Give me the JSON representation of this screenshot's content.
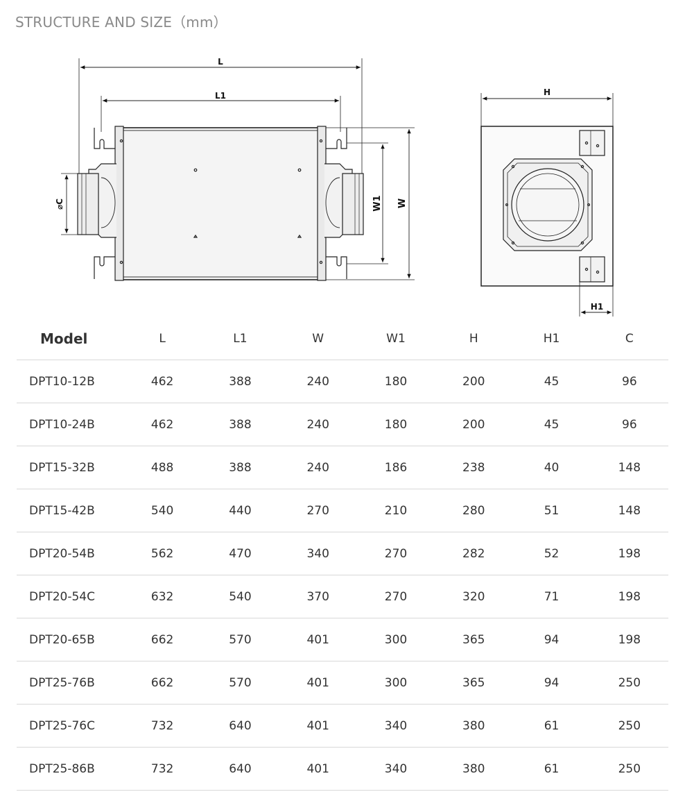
{
  "page": {
    "heading": "STRUCTURE AND SIZE（mm）"
  },
  "drawing": {
    "front_labels": {
      "L": "L",
      "L1": "L1",
      "W": "W",
      "W1": "W1",
      "C": "⌀C"
    },
    "side_labels": {
      "H": "H",
      "H1": "H1"
    }
  },
  "table": {
    "headers": [
      "Model",
      "L",
      "L1",
      "W",
      "W1",
      "H",
      "H1",
      "C"
    ],
    "rows": [
      [
        "DPT10-12B",
        "462",
        "388",
        "240",
        "180",
        "200",
        "45",
        "96"
      ],
      [
        "DPT10-24B",
        "462",
        "388",
        "240",
        "180",
        "200",
        "45",
        "96"
      ],
      [
        "DPT15-32B",
        "488",
        "388",
        "240",
        "186",
        "238",
        "40",
        "148"
      ],
      [
        "DPT15-42B",
        "540",
        "440",
        "270",
        "210",
        "280",
        "51",
        "148"
      ],
      [
        "DPT20-54B",
        "562",
        "470",
        "340",
        "270",
        "282",
        "52",
        "198"
      ],
      [
        "DPT20-54C",
        "632",
        "540",
        "370",
        "270",
        "320",
        "71",
        "198"
      ],
      [
        "DPT20-65B",
        "662",
        "570",
        "401",
        "300",
        "365",
        "94",
        "198"
      ],
      [
        "DPT25-76B",
        "662",
        "570",
        "401",
        "300",
        "365",
        "94",
        "250"
      ],
      [
        "DPT25-76C",
        "732",
        "640",
        "401",
        "340",
        "380",
        "61",
        "250"
      ],
      [
        "DPT25-86B",
        "732",
        "640",
        "401",
        "340",
        "380",
        "61",
        "250"
      ]
    ]
  }
}
